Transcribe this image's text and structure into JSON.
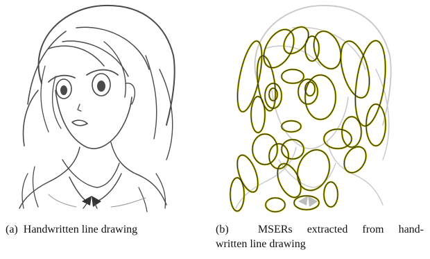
{
  "figure": {
    "panels": [
      {
        "id": "a",
        "subfig_label": "(a)",
        "caption": "Handwritten line drawing"
      },
      {
        "id": "b",
        "subfig_label": "(b)",
        "caption_line1": "MSERs extracted from hand-",
        "caption_line2": "written line drawing"
      }
    ],
    "sketch_color": "#4a4a4a",
    "mser_outline_color": "#b8b400",
    "mser_inner_color": "#1a1a1a"
  }
}
